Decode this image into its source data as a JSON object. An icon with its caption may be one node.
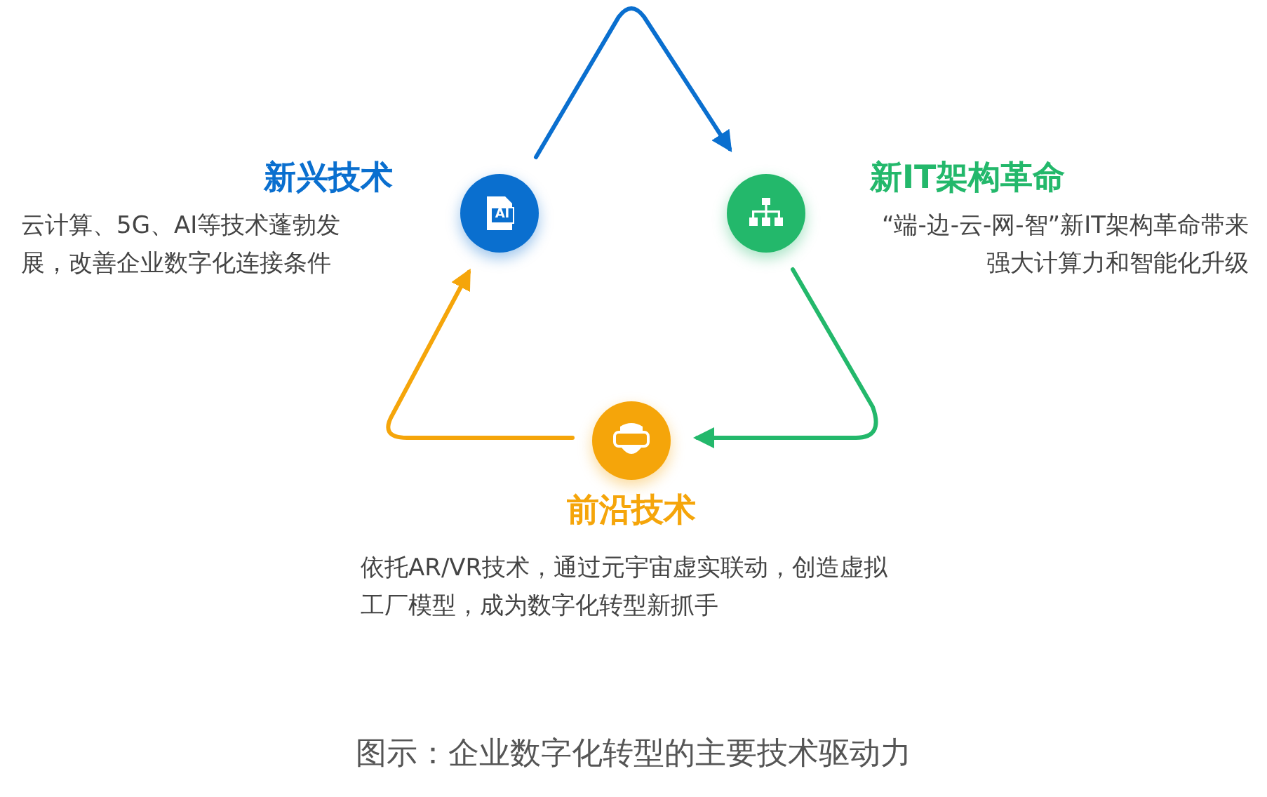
{
  "diagram": {
    "caption": "图示：企业数字化转型的主要技术驱动力",
    "nodes": [
      {
        "text": [
          "新兴技术",
          "云计算、5G、AI等技术蓬勃发展，改善企业数字化连接条件"
        ]
      },
      {
        "text": [
          "新IT架构革命",
          "“端-边-云-网-智”新IT架构革命带来强大计算力和智能化升级"
        ]
      },
      {
        "text": [
          "前沿技术",
          "依托AR/VR技术，通过元宇宙虚实联动，创造虚拟工厂模型，成为数字化转型新抓手"
        ]
      }
    ],
    "edges": [
      {
        "from": 0,
        "to": 1,
        "arrow": "to",
        "color": "#0a6fcf"
      },
      {
        "from": 1,
        "to": 2,
        "arrow": "to",
        "color": "#23b86b"
      },
      {
        "from": 2,
        "to": 0,
        "arrow": "to",
        "color": "#f5a50a"
      }
    ],
    "labels": [
      "AI"
    ]
  }
}
